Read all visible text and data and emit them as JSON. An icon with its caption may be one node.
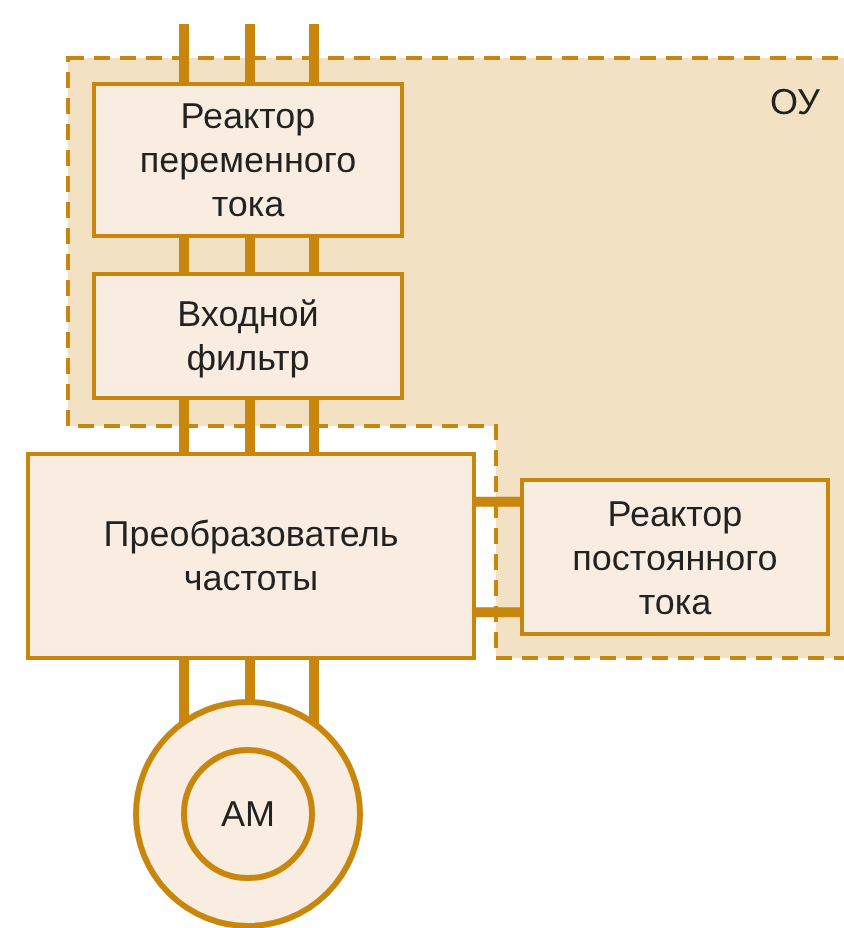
{
  "diagram": {
    "nodes": [
      {
        "text": [
          "ОУ"
        ]
      },
      {
        "text": [
          "Реактор переменного тока"
        ],
        "in": 0
      },
      {
        "text": [
          "Входной фильтр"
        ],
        "in": 0
      },
      {
        "text": [
          "Преобразователь частоты"
        ]
      },
      {
        "text": [
          "Реактор постоянного тока"
        ],
        "in": 0
      },
      {
        "text": [
          "АМ"
        ]
      }
    ],
    "edges": [
      {
        "from": null,
        "to": 1,
        "arrow": "none"
      },
      {
        "from": null,
        "to": 1,
        "arrow": "none"
      },
      {
        "from": null,
        "to": 1,
        "arrow": "none"
      },
      {
        "from": 1,
        "to": 2,
        "arrow": "none"
      },
      {
        "from": 1,
        "to": 2,
        "arrow": "none"
      },
      {
        "from": 1,
        "to": 2,
        "arrow": "none"
      },
      {
        "from": 2,
        "to": 3,
        "arrow": "none"
      },
      {
        "from": 2,
        "to": 3,
        "arrow": "none"
      },
      {
        "from": 2,
        "to": 3,
        "arrow": "none"
      },
      {
        "from": 3,
        "to": 4,
        "arrow": "none"
      },
      {
        "from": 3,
        "to": 4,
        "arrow": "none"
      },
      {
        "from": 3,
        "to": 5,
        "arrow": "none"
      },
      {
        "from": 3,
        "to": 5,
        "arrow": "none"
      },
      {
        "from": 3,
        "to": 5,
        "arrow": "none"
      }
    ]
  }
}
